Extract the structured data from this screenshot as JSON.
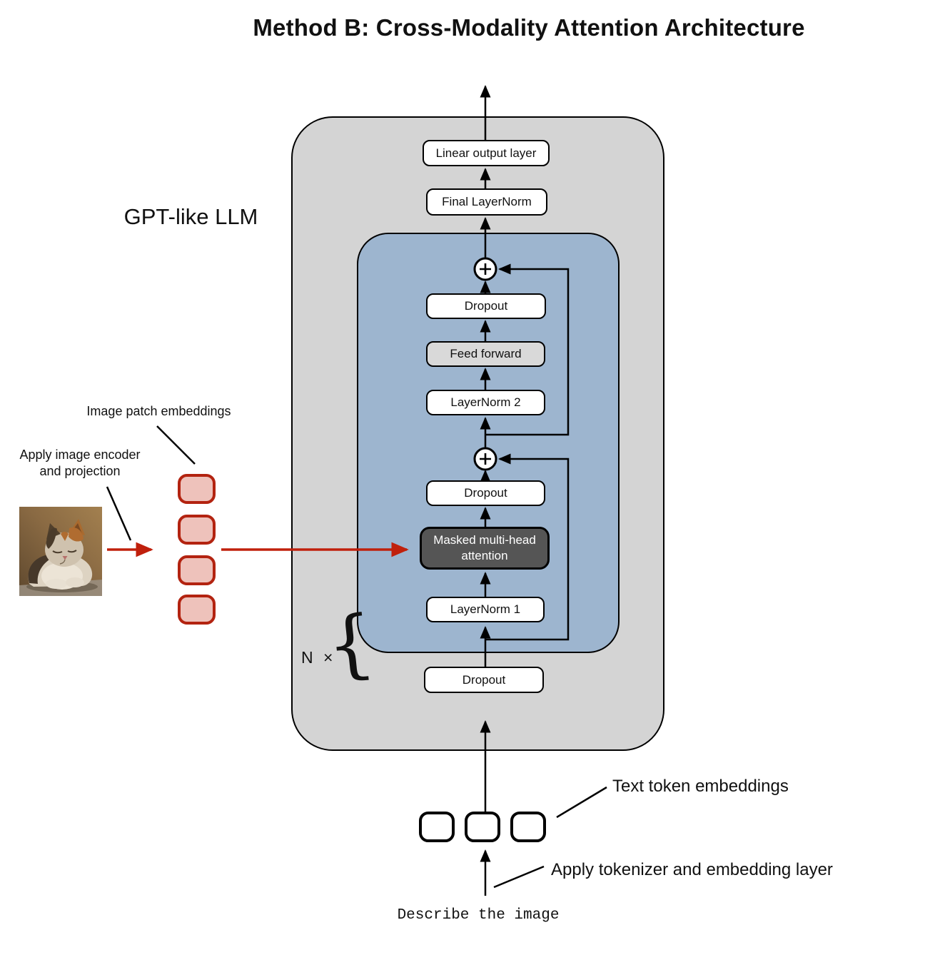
{
  "title": "Method B: Cross-Modality Attention Architecture",
  "outer_model": {
    "label": "GPT-like LLM",
    "repeat_label": "N ×",
    "repeat_brace": "{"
  },
  "llm_stack": {
    "linear_output": "Linear output layer",
    "final_layernorm": "Final LayerNorm",
    "dropout_top": "Dropout",
    "feed_forward": "Feed forward",
    "layernorm2": "LayerNorm 2",
    "dropout_mid": "Dropout",
    "masked_attention": "Masked multi-head\nattention",
    "layernorm1": "LayerNorm 1",
    "dropout_bottom": "Dropout"
  },
  "image_branch": {
    "patch_label": "Image patch embeddings",
    "encoder_label": "Apply image encoder\nand projection",
    "image_subject": "cat photo",
    "patch_count": 4
  },
  "text_branch": {
    "token_label": "Text token embeddings",
    "tokenizer_label": "Apply tokenizer and embedding layer",
    "prompt": "Describe the image",
    "token_count": 3
  },
  "colors": {
    "gray_fill": "#d4d4d4",
    "blue_fill": "#9db5cf",
    "attention_fill": "#555555",
    "feedforward_fill": "#d9d9d9",
    "patch_fill": "#eec2bb",
    "patch_border": "#b32310",
    "arrow_red": "#c0200c"
  }
}
